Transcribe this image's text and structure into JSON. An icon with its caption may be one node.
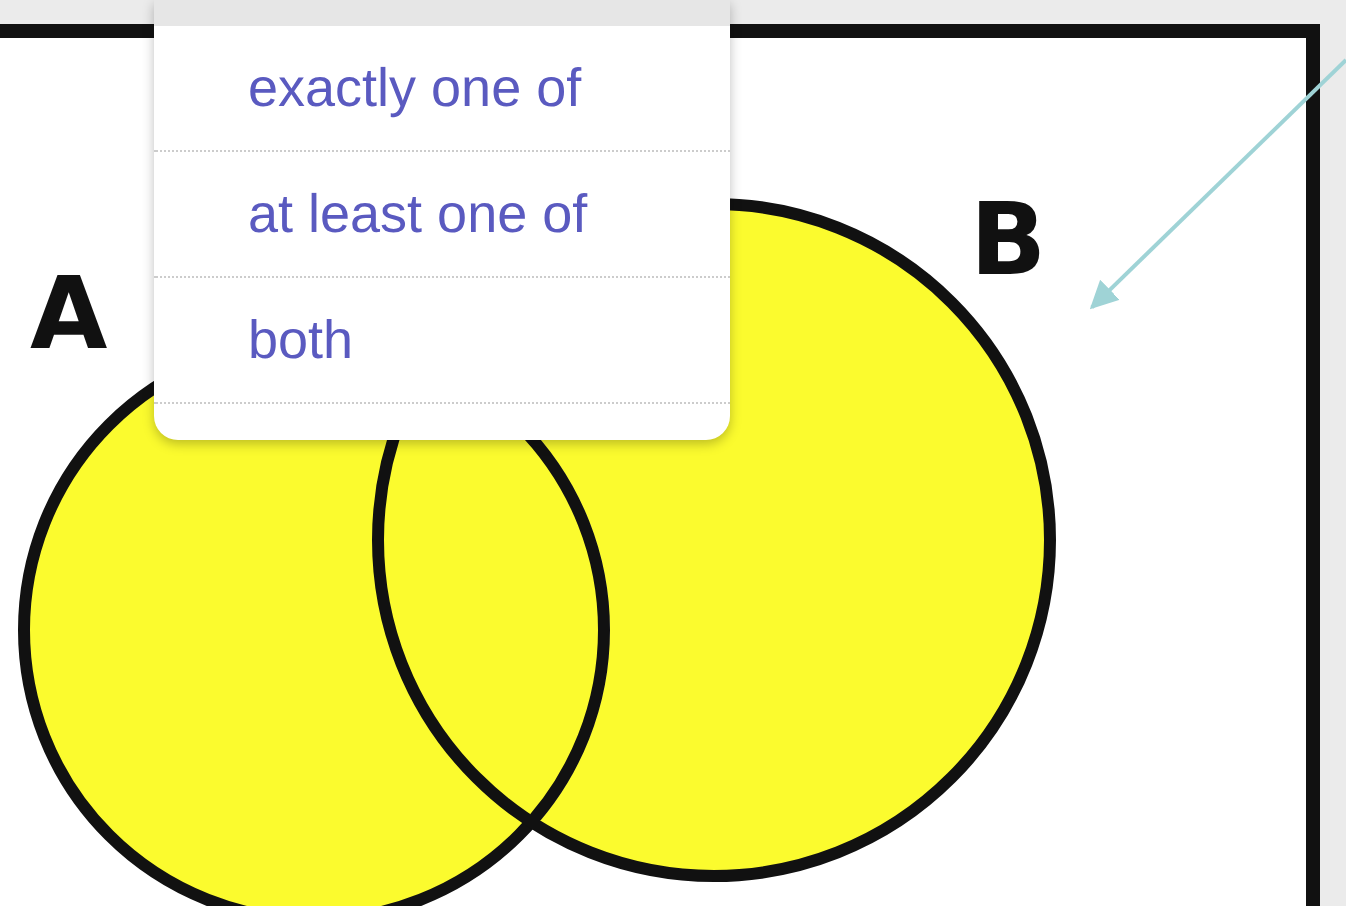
{
  "diagram": {
    "nodes": [
      {
        "text": [
          "A"
        ]
      },
      {
        "text": [
          "B"
        ]
      },
      {
        "text": [
          "exactly one of",
          "at least one of",
          "both"
        ]
      }
    ],
    "edges": [
      {
        "from": null,
        "to": 1,
        "arrow": "to",
        "color": "#9fd3d6"
      }
    ]
  }
}
